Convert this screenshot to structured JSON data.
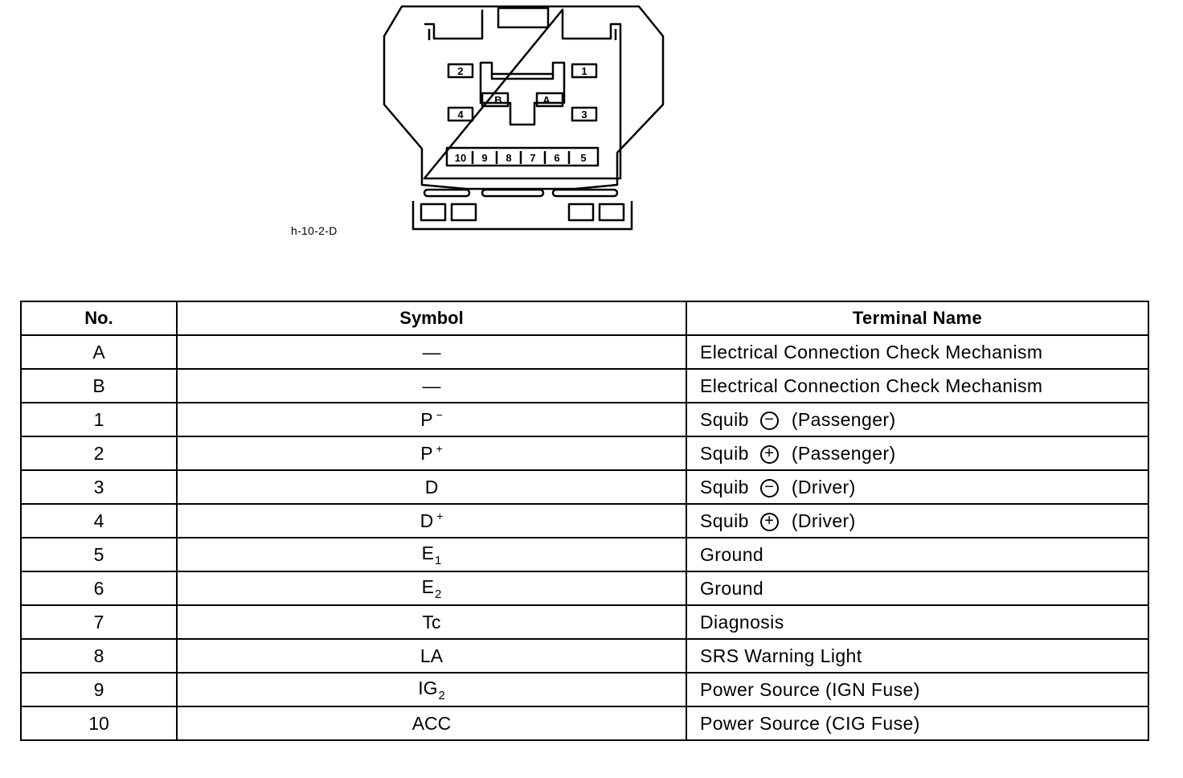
{
  "figure_label": "h-10-2-D",
  "connector": {
    "pins_top": [
      "2",
      "1"
    ],
    "pins_mid": [
      "B",
      "A"
    ],
    "pins_low": [
      "4",
      "3"
    ],
    "pins_row": [
      "10",
      "9",
      "8",
      "7",
      "6",
      "5"
    ]
  },
  "table": {
    "headers": {
      "no": "No.",
      "symbol": "Symbol",
      "name": "Terminal Name"
    },
    "rows": [
      {
        "no": "A",
        "sym": "—",
        "sym_sup": "",
        "sym_sub": "",
        "name": "Electrical Connection Check Mechanism",
        "polarity": "",
        "name_suffix": ""
      },
      {
        "no": "B",
        "sym": "—",
        "sym_sup": "",
        "sym_sub": "",
        "name": "Electrical Connection Check Mechanism",
        "polarity": "",
        "name_suffix": ""
      },
      {
        "no": "1",
        "sym": "P",
        "sym_sup": "−",
        "sym_sub": "",
        "name": "Squib",
        "polarity": "−",
        "name_suffix": "(Passenger)"
      },
      {
        "no": "2",
        "sym": "P",
        "sym_sup": "+",
        "sym_sub": "",
        "name": "Squib",
        "polarity": "+",
        "name_suffix": "(Passenger)"
      },
      {
        "no": "3",
        "sym": "D",
        "sym_sup": "",
        "sym_sub": "",
        "name": "Squib",
        "polarity": "−",
        "name_suffix": "(Driver)"
      },
      {
        "no": "4",
        "sym": "D",
        "sym_sup": "+",
        "sym_sub": "",
        "name": "Squib",
        "polarity": "+",
        "name_suffix": "(Driver)"
      },
      {
        "no": "5",
        "sym": "E",
        "sym_sup": "",
        "sym_sub": "1",
        "name": "Ground",
        "polarity": "",
        "name_suffix": ""
      },
      {
        "no": "6",
        "sym": "E",
        "sym_sup": "",
        "sym_sub": "2",
        "name": "Ground",
        "polarity": "",
        "name_suffix": ""
      },
      {
        "no": "7",
        "sym": "Tc",
        "sym_sup": "",
        "sym_sub": "",
        "name": "Diagnosis",
        "polarity": "",
        "name_suffix": ""
      },
      {
        "no": "8",
        "sym": "LA",
        "sym_sup": "",
        "sym_sub": "",
        "name": "SRS Warning Light",
        "polarity": "",
        "name_suffix": ""
      },
      {
        "no": "9",
        "sym": "IG",
        "sym_sup": "",
        "sym_sub": "2",
        "name": "Power Source (IGN Fuse)",
        "polarity": "",
        "name_suffix": ""
      },
      {
        "no": "10",
        "sym": "ACC",
        "sym_sup": "",
        "sym_sub": "",
        "name": "Power Source (CIG Fuse)",
        "polarity": "",
        "name_suffix": ""
      }
    ]
  }
}
